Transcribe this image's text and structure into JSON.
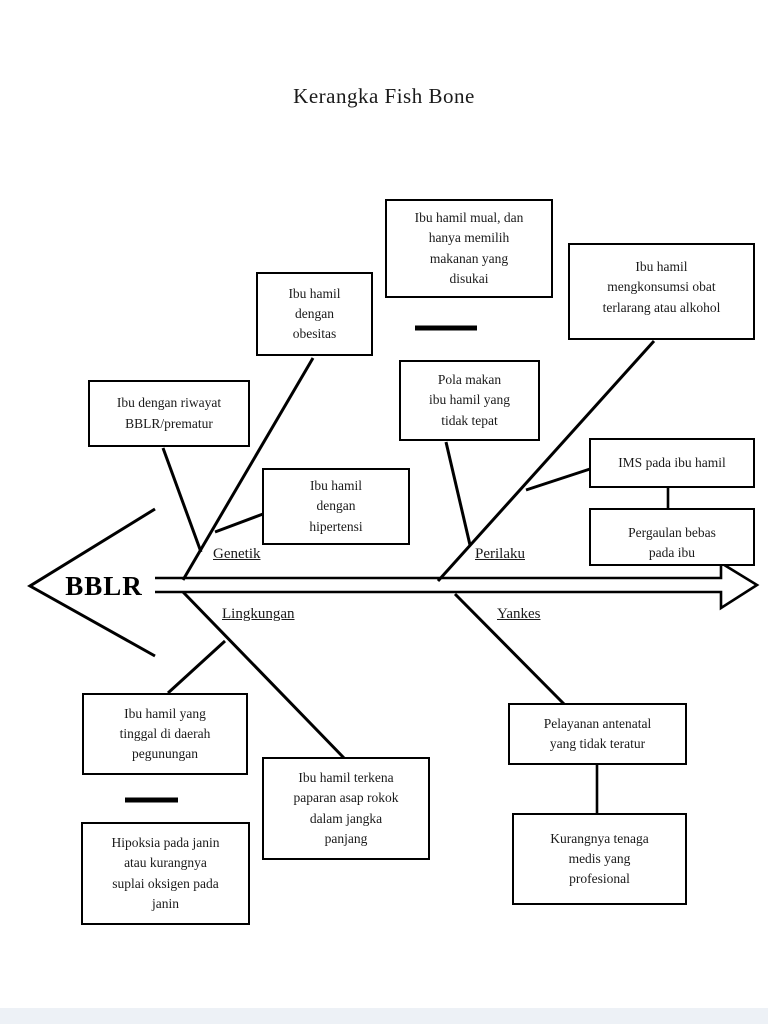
{
  "page": {
    "title": "Kerangka Fish Bone"
  },
  "diagram": {
    "type": "fishbone",
    "effect": "BBLR",
    "colors": {
      "line": "#000000",
      "box_border": "#000000",
      "background": "#ffffff",
      "text": "#1a1a1a"
    },
    "branch_labels": {
      "genetik": "Genetik",
      "perilaku": "Perilaku",
      "lingkungan": "Lingkungan",
      "yankes": "Yankes"
    },
    "boxes": {
      "mual": [
        "Ibu hamil mual, dan",
        "hanya memilih",
        "makanan yang",
        "disukai"
      ],
      "obat": [
        "Ibu hamil",
        "mengkonsumsi obat",
        "terlarang atau alkohol"
      ],
      "obesitas": [
        "Ibu hamil",
        "dengan",
        "obesitas"
      ],
      "riwayat": [
        "Ibu dengan riwayat",
        "BBLR/prematur"
      ],
      "polamakan": [
        "Pola makan",
        "ibu hamil yang",
        "tidak tepat"
      ],
      "ims": [
        "IMS pada ibu hamil"
      ],
      "hipertensi": [
        "Ibu hamil",
        "dengan",
        "hipertensi"
      ],
      "pergaulan": [
        "Pergaulan bebas",
        "pada ibu"
      ],
      "tinggal": [
        "Ibu hamil yang",
        "tinggal di daerah",
        "pegunungan"
      ],
      "hipoksia": [
        "Hipoksia pada janin",
        "atau kurangnya",
        "suplai oksigen pada",
        "janin"
      ],
      "paparan": [
        "Ibu hamil terkena",
        "paparan asap rokok",
        "dalam jangka",
        "panjang"
      ],
      "pelayanan": [
        "Pelayanan antenatal",
        "yang tidak teratur"
      ],
      "kurangnya": [
        "Kurangnya tenaga",
        "medis yang",
        "profesional"
      ]
    }
  }
}
